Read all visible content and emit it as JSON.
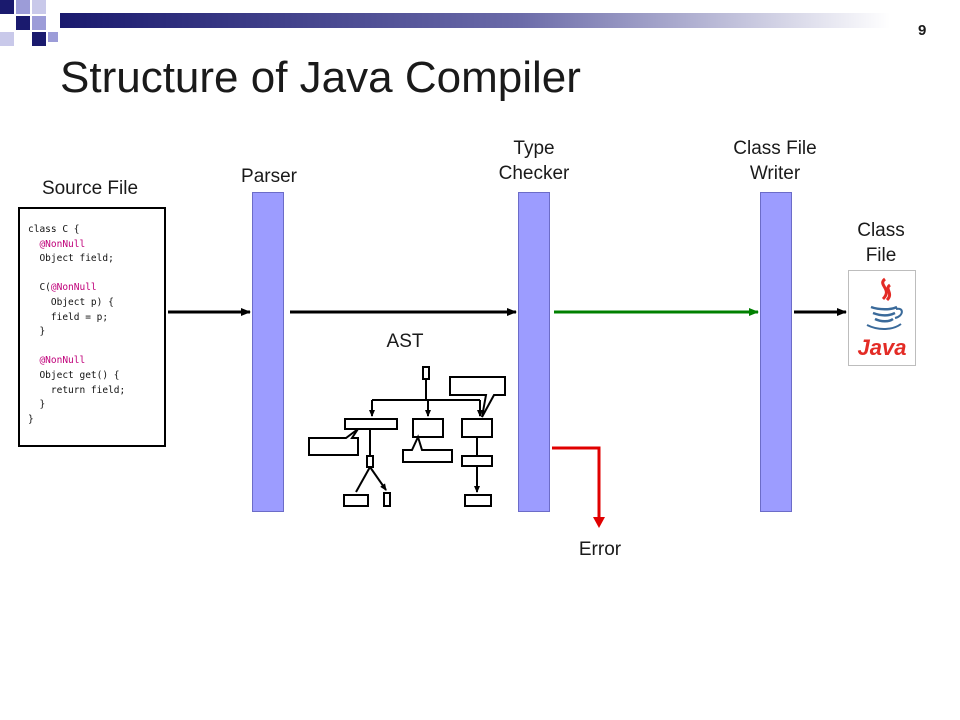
{
  "slide": {
    "number": "9",
    "title": "Structure of Java Compiler"
  },
  "stages": {
    "source_file": "Source File",
    "parser": "Parser",
    "type_checker": [
      "Type",
      "Checker"
    ],
    "class_file_writer": [
      "Class File",
      "Writer"
    ],
    "class_file": [
      "Class",
      "File"
    ]
  },
  "ast_label": "AST",
  "error_label": "Error",
  "code": [
    [
      {
        "t": "class C {",
        "a": false
      }
    ],
    [
      {
        "t": "  ",
        "a": false
      },
      {
        "t": "@NonNull",
        "a": true
      }
    ],
    [
      {
        "t": "  Object field;",
        "a": false
      }
    ],
    [
      {
        "t": "",
        "a": false
      }
    ],
    [
      {
        "t": "  C(",
        "a": false
      },
      {
        "t": "@NonNull",
        "a": true
      }
    ],
    [
      {
        "t": "    Object p) {",
        "a": false
      }
    ],
    [
      {
        "t": "    field = p;",
        "a": false
      }
    ],
    [
      {
        "t": "  }",
        "a": false
      }
    ],
    [
      {
        "t": "",
        "a": false
      }
    ],
    [
      {
        "t": "  ",
        "a": false
      },
      {
        "t": "@NonNull",
        "a": true
      }
    ],
    [
      {
        "t": "  Object get() {",
        "a": false
      }
    ],
    [
      {
        "t": "    return field;",
        "a": false
      }
    ],
    [
      {
        "t": "  }",
        "a": false
      }
    ],
    [
      {
        "t": "}",
        "a": false
      }
    ]
  ],
  "logo_text": "Java",
  "colors": {
    "stage_bar": "#9c9cff",
    "success_arrow": "#008000",
    "error_arrow": "#e00000",
    "annotation": "#c0007a",
    "header_navy": "#1a1a6e",
    "java_red": "#e32b25",
    "java_blue": "#3a6a9a"
  }
}
